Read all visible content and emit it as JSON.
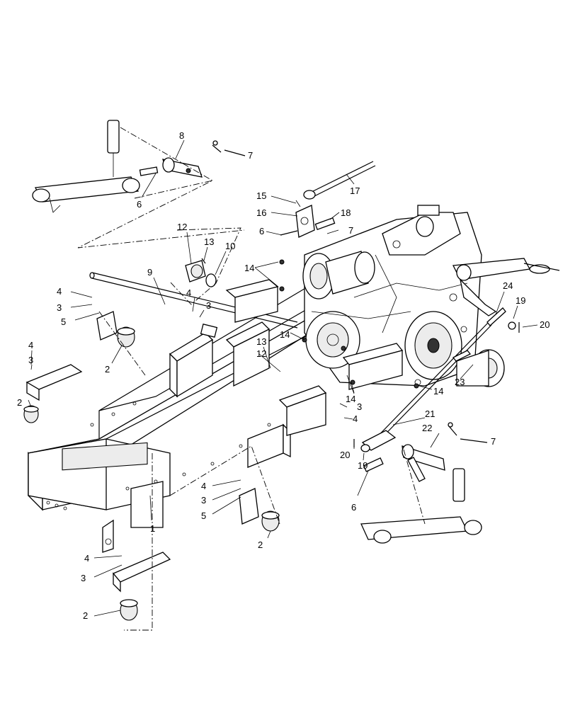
{
  "diagram": {
    "callouts": [
      {
        "id": "c-8-top",
        "text": "8"
      },
      {
        "id": "c-7-top",
        "text": "7"
      },
      {
        "id": "c-6-top",
        "text": "6"
      },
      {
        "id": "c-17",
        "text": "17"
      },
      {
        "id": "c-15",
        "text": "15"
      },
      {
        "id": "c-16",
        "text": "16"
      },
      {
        "id": "c-18",
        "text": "18"
      },
      {
        "id": "c-6-mid",
        "text": "6"
      },
      {
        "id": "c-7-mid",
        "text": "7"
      },
      {
        "id": "c-12-top",
        "text": "12"
      },
      {
        "id": "c-13-top",
        "text": "13"
      },
      {
        "id": "c-10",
        "text": "10"
      },
      {
        "id": "c-9",
        "text": "9"
      },
      {
        "id": "c-14-a",
        "text": "14"
      },
      {
        "id": "c-4-a",
        "text": "4"
      },
      {
        "id": "c-3-a",
        "text": "3"
      },
      {
        "id": "c-5-a",
        "text": "5"
      },
      {
        "id": "c-4-b",
        "text": "4"
      },
      {
        "id": "c-3-b",
        "text": "3"
      },
      {
        "id": "c-14-b",
        "text": "14"
      },
      {
        "id": "c-24",
        "text": "24"
      },
      {
        "id": "c-19-a",
        "text": "19"
      },
      {
        "id": "c-20-a",
        "text": "20"
      },
      {
        "id": "c-4-c",
        "text": "4"
      },
      {
        "id": "c-3-c",
        "text": "3"
      },
      {
        "id": "c-2-a",
        "text": "2"
      },
      {
        "id": "c-13-mid",
        "text": "13"
      },
      {
        "id": "c-12-mid",
        "text": "12"
      },
      {
        "id": "c-2-b",
        "text": "2"
      },
      {
        "id": "c-23",
        "text": "23"
      },
      {
        "id": "c-14-c",
        "text": "14"
      },
      {
        "id": "c-14-d",
        "text": "14"
      },
      {
        "id": "c-3-d",
        "text": "3"
      },
      {
        "id": "c-4-d",
        "text": "4"
      },
      {
        "id": "c-21",
        "text": "21"
      },
      {
        "id": "c-22",
        "text": "22"
      },
      {
        "id": "c-7-bot",
        "text": "7"
      },
      {
        "id": "c-20-b",
        "text": "20"
      },
      {
        "id": "c-19-b",
        "text": "19"
      },
      {
        "id": "c-6-bot",
        "text": "6"
      },
      {
        "id": "c-4-e",
        "text": "4"
      },
      {
        "id": "c-3-e",
        "text": "3"
      },
      {
        "id": "c-5-b",
        "text": "5"
      },
      {
        "id": "c-1",
        "text": "1"
      },
      {
        "id": "c-2-c",
        "text": "2"
      },
      {
        "id": "c-4-f",
        "text": "4"
      },
      {
        "id": "c-3-f",
        "text": "3"
      },
      {
        "id": "c-2-d",
        "text": "2"
      }
    ]
  }
}
